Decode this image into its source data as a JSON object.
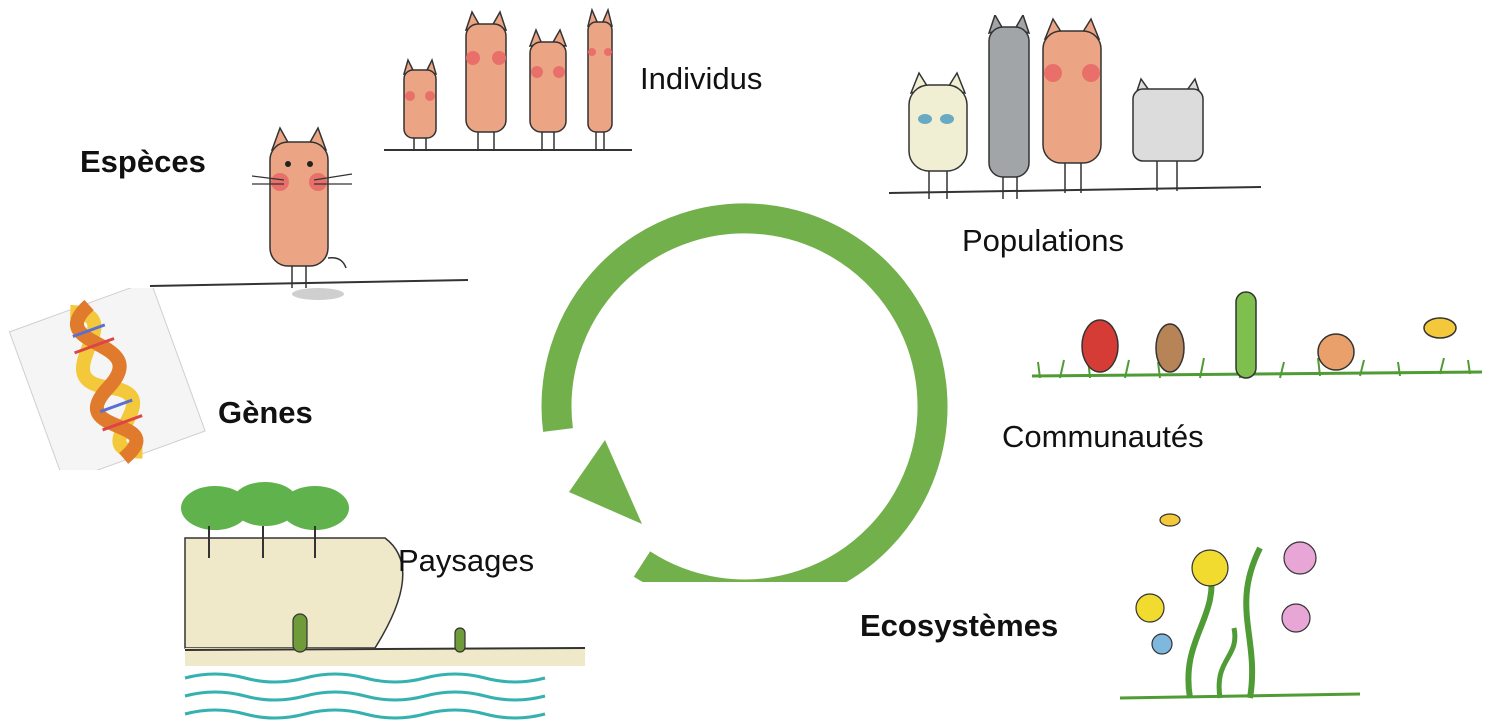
{
  "labels": {
    "individus": "Individus",
    "especes": "Espèces",
    "populations": "Populations",
    "genes": "Gènes",
    "communautes": "Communautés",
    "paysages": "Paysages",
    "ecosystemes": "Ecosystèmes"
  },
  "colors": {
    "cycle_arrow": "#72b04b",
    "cat_skin": "#eba584",
    "cat_cheek": "#e9706a",
    "gray_cat": "#a2a5a8",
    "cream_cat": "#f0efd3",
    "sand": "#efe8c9",
    "water": "#35b1b0",
    "tree": "#5fb24c",
    "cactus": "#6f9b3a",
    "grass": "#4f9b35",
    "dna_orange": "#e07a2c",
    "dna_yellow": "#f4c83b",
    "ladybug": "#d63c36",
    "snail": "#e9a06a",
    "flower_yellow": "#f2db2f",
    "flower_pink": "#e7a6d6"
  }
}
